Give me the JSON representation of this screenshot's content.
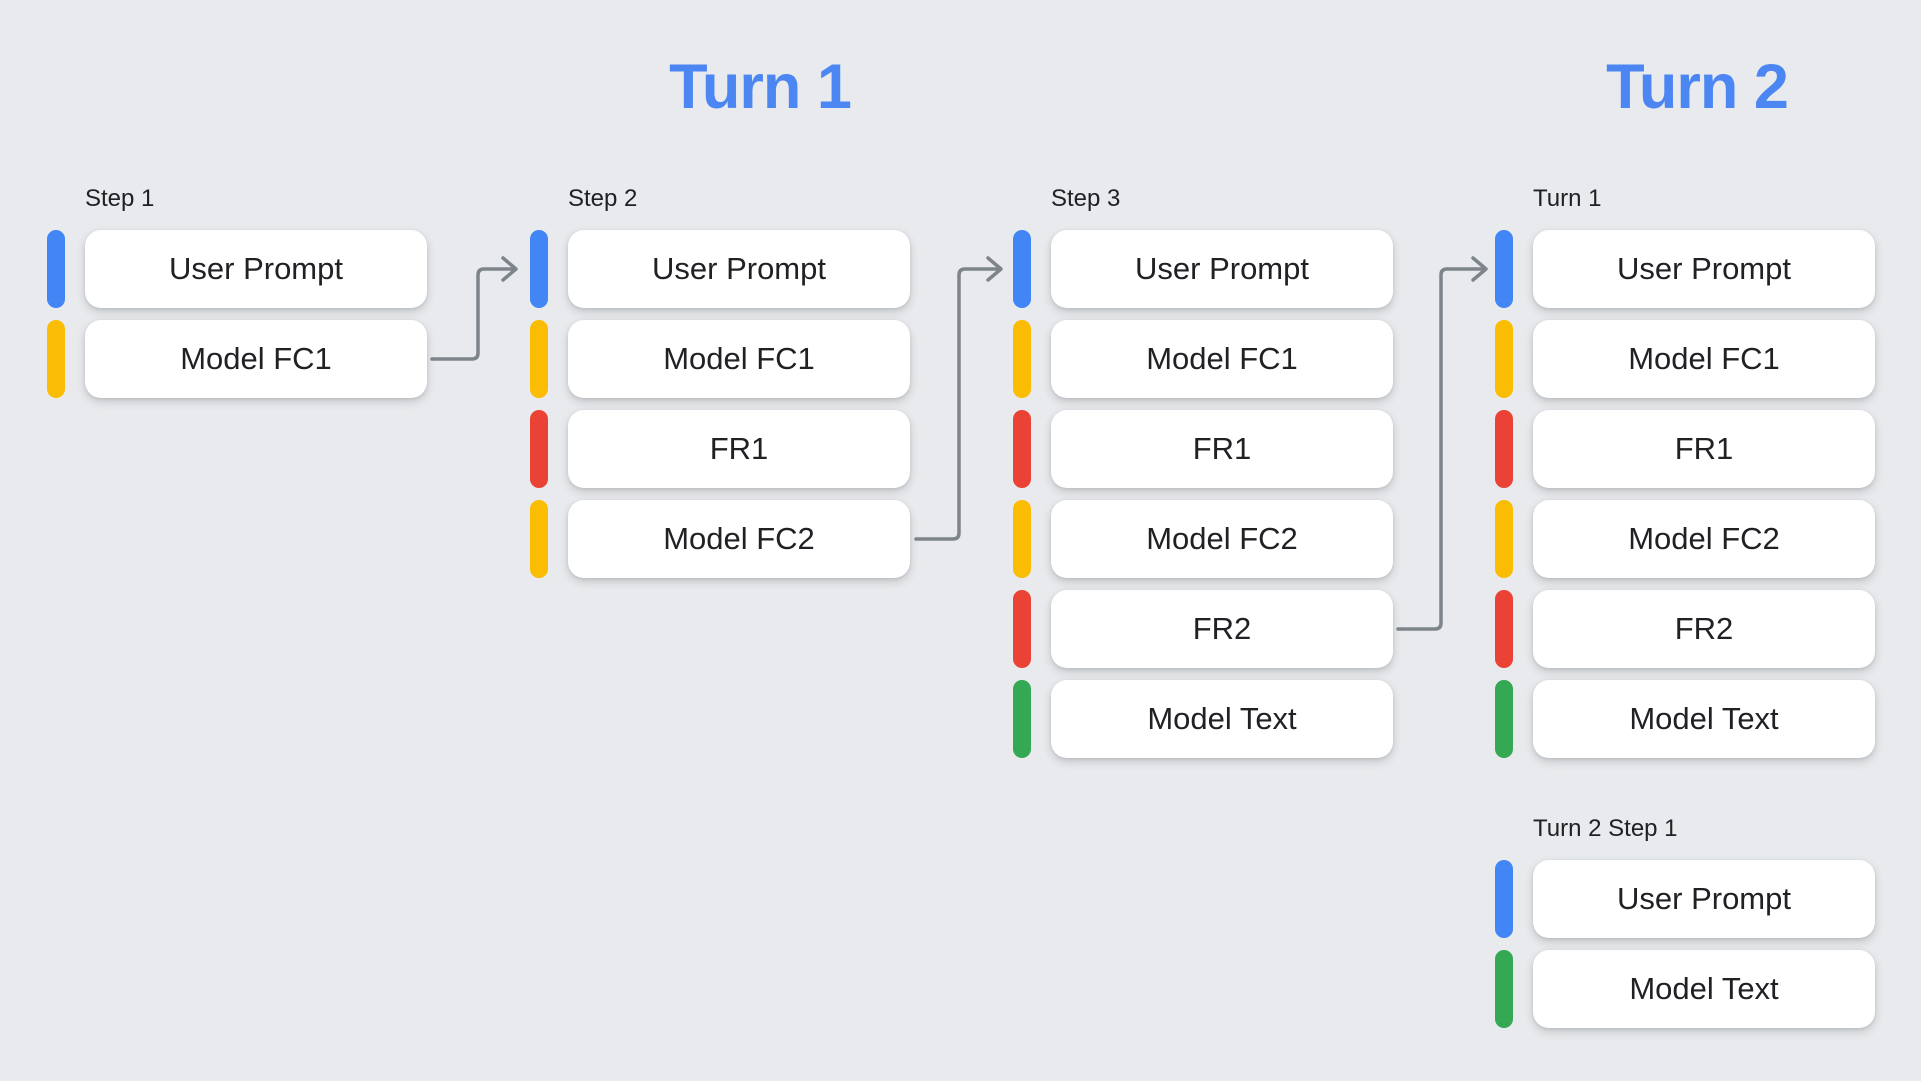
{
  "headings": {
    "turn1": "Turn 1",
    "turn2": "Turn 2"
  },
  "colors": {
    "blue": "#4285f4",
    "yellow": "#fbbc04",
    "red": "#ea4335",
    "green": "#34a853",
    "heading": "#4c86f3",
    "arrow": "#7d858b",
    "text": "#202124",
    "bg": "#e8eaed",
    "card": "#ffffff"
  },
  "columns": [
    {
      "label": "Step 1",
      "items": [
        {
          "label": "User Prompt",
          "color": "blue"
        },
        {
          "label": "Model FC1",
          "color": "yellow"
        }
      ]
    },
    {
      "label": "Step 2",
      "items": [
        {
          "label": "User Prompt",
          "color": "blue"
        },
        {
          "label": "Model FC1",
          "color": "yellow"
        },
        {
          "label": "FR1",
          "color": "red"
        },
        {
          "label": "Model FC2",
          "color": "yellow"
        }
      ]
    },
    {
      "label": "Step 3",
      "items": [
        {
          "label": "User Prompt",
          "color": "blue"
        },
        {
          "label": "Model FC1",
          "color": "yellow"
        },
        {
          "label": "FR1",
          "color": "red"
        },
        {
          "label": "Model FC2",
          "color": "yellow"
        },
        {
          "label": "FR2",
          "color": "red"
        },
        {
          "label": "Model Text",
          "color": "green"
        }
      ]
    },
    {
      "label": "Turn 1",
      "items": [
        {
          "label": "User Prompt",
          "color": "blue"
        },
        {
          "label": "Model FC1",
          "color": "yellow"
        },
        {
          "label": "FR1",
          "color": "red"
        },
        {
          "label": "Model FC2",
          "color": "yellow"
        },
        {
          "label": "FR2",
          "color": "red"
        },
        {
          "label": "Model Text",
          "color": "green"
        }
      ]
    },
    {
      "label": "Turn 2 Step 1",
      "items": [
        {
          "label": "User Prompt",
          "color": "blue"
        },
        {
          "label": "Model Text",
          "color": "green"
        }
      ]
    }
  ],
  "connections": [
    {
      "from": "Step 1 / Model FC1",
      "to": "Step 2 / User Prompt"
    },
    {
      "from": "Step 2 / Model FC2",
      "to": "Step 3 / User Prompt"
    },
    {
      "from": "Step 3 / FR2",
      "to": "Turn 1 / User Prompt"
    }
  ]
}
